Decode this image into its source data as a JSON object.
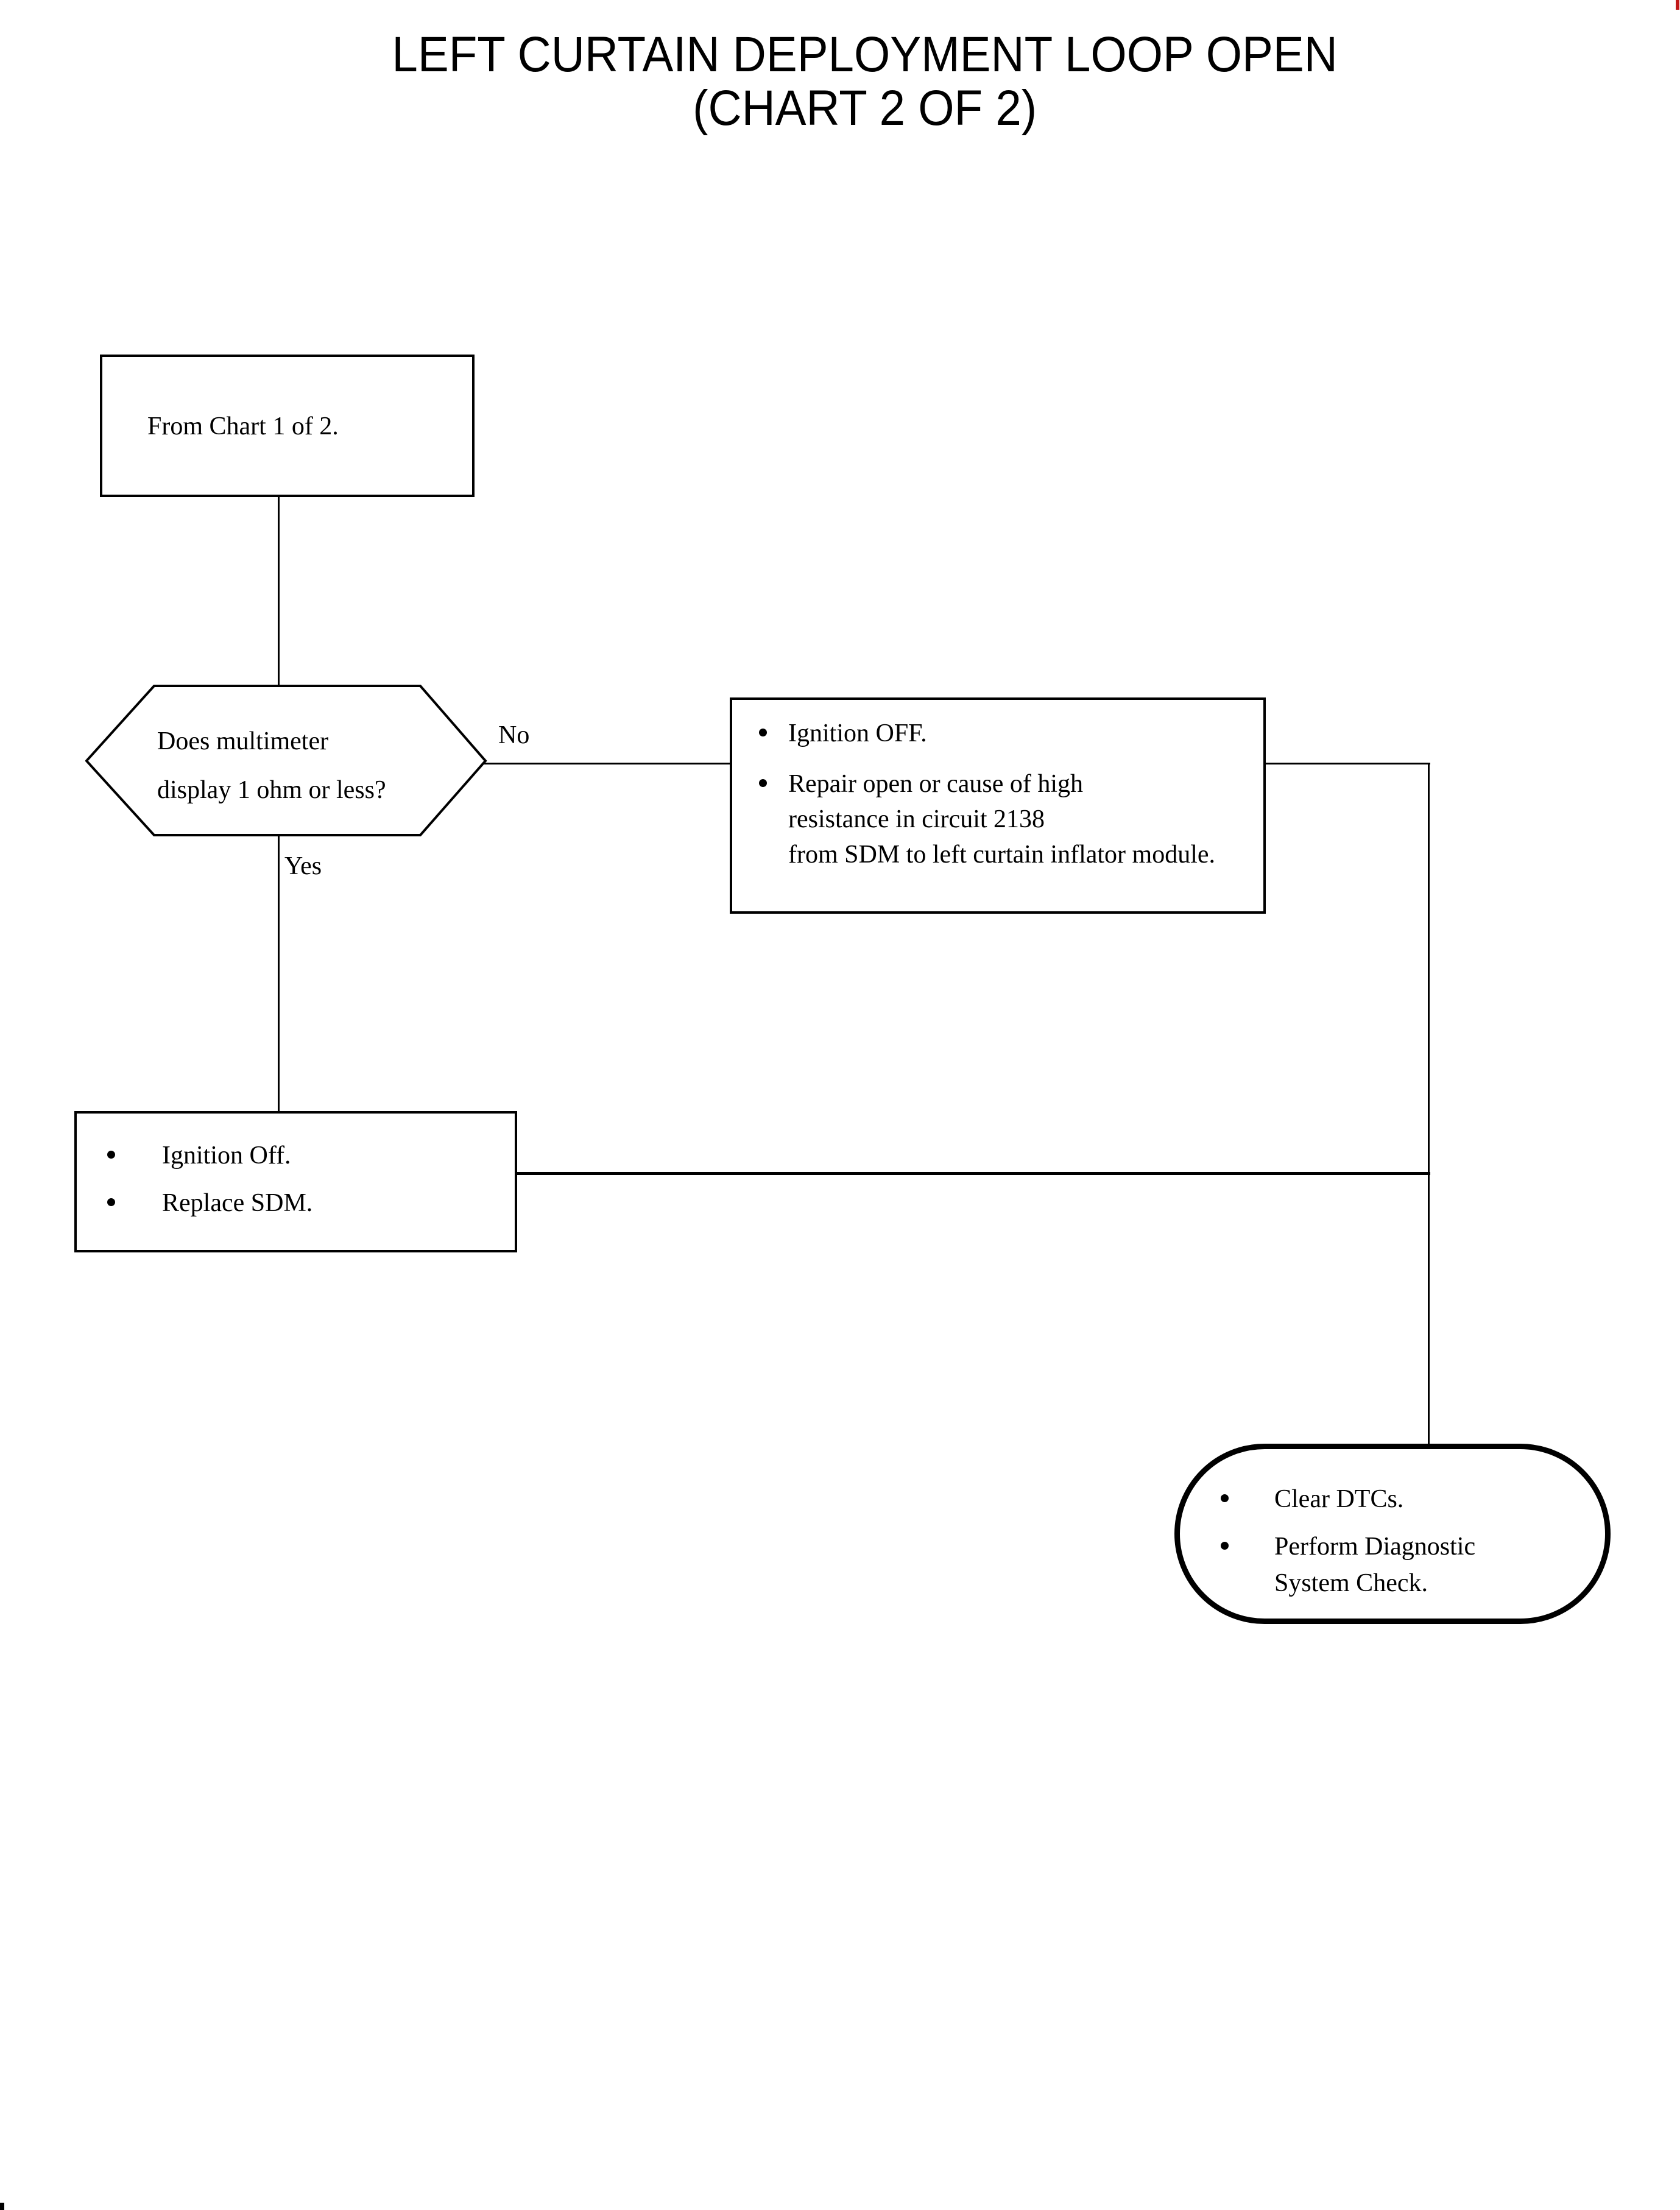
{
  "title": {
    "line1": "LEFT CURTAIN DEPLOYMENT LOOP OPEN",
    "line2": "(CHART 2 OF 2)"
  },
  "nodes": {
    "start": {
      "text": "From Chart 1 of 2."
    },
    "decision": {
      "line1": "Does multimeter",
      "line2": "display 1 ohm or less?"
    },
    "no_branch_box": {
      "bullet1": "Ignition OFF.",
      "bullet2_line1": "Repair open or cause of high",
      "bullet2_line2": "resistance in circuit 2138",
      "bullet2_line3": "from SDM to left curtain inflator module."
    },
    "yes_branch_box": {
      "bullet1": "Ignition Off.",
      "bullet2": "Replace SDM."
    },
    "terminator": {
      "bullet1": "Clear DTCs.",
      "bullet2_line1": "Perform Diagnostic",
      "bullet2_line2": "System Check."
    }
  },
  "edge_labels": {
    "no": "No",
    "yes": "Yes"
  },
  "colors": {
    "ink": "#000000",
    "paper": "#ffffff",
    "artifact_red": "#c11818"
  }
}
